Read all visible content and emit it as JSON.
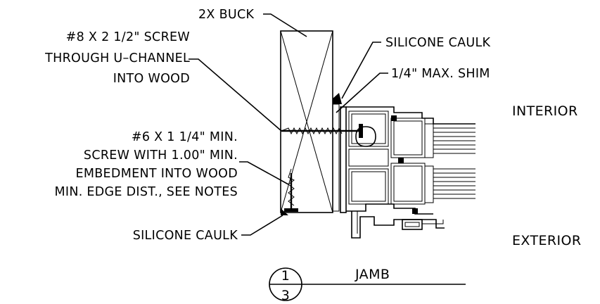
{
  "labels": {
    "buck": "2X BUCK",
    "screw8_l1": "#8 X 2 1/2\" SCREW",
    "screw8_l2": "THROUGH U–CHANNEL",
    "screw8_l3": "INTO WOOD",
    "caulk_top": "SILICONE CAULK",
    "shim": "1/4\" MAX. SHIM",
    "interior": "INTERIOR",
    "screw6_l1": "#6 X 1 1/4\" MIN.",
    "screw6_l2": "SCREW WITH 1.00\" MIN.",
    "screw6_l3": "EMBEDMENT INTO WOOD",
    "screw6_l4": "MIN. EDGE DIST., SEE NOTES",
    "caulk_bottom": "SILICONE CAULK",
    "exterior": "EXTERIOR"
  },
  "title": {
    "detail_number": "1",
    "sheet_number": "3",
    "name": "JAMB"
  }
}
